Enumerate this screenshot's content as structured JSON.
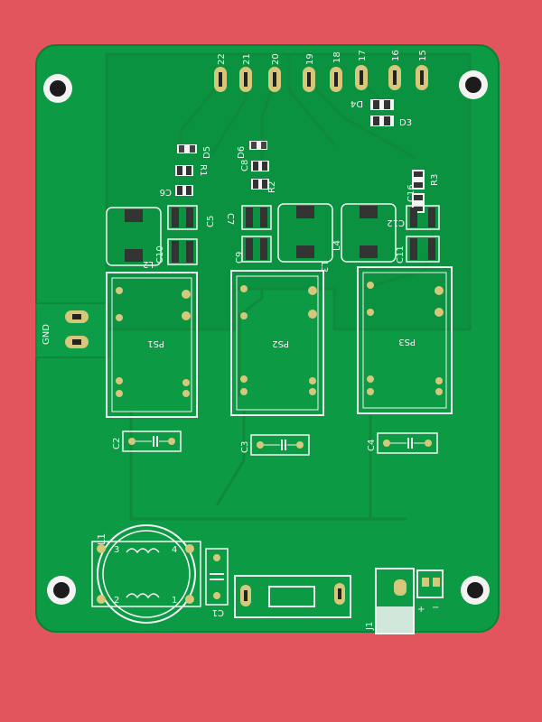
{
  "photo": {
    "background_color": "#e2555c",
    "board_color": "#0c9a45",
    "trace_color": "#0f8a3c",
    "copper_color": "#d6c77a",
    "silk_color": "#f4f4f4"
  },
  "board": {
    "header_pins": [
      "22",
      "21",
      "20",
      "19",
      "18",
      "17",
      "16",
      "15"
    ],
    "gnd_label": "GND",
    "modules": [
      "PS1",
      "PS2",
      "PS3"
    ],
    "labels": {
      "D5": "D5",
      "D6": "D6",
      "D4": "D4",
      "D3": "D3",
      "R1": "R1",
      "R2": "R2",
      "R3": "R3",
      "C6": "C6",
      "C8": "C8",
      "C16": "C16",
      "C5": "C5",
      "C7": "C7",
      "C12": "C12",
      "C10": "C10",
      "C9": "C9",
      "C11": "C11",
      "L2": "L2",
      "L3": "L3",
      "L4": "L4",
      "C2": "C2",
      "C3": "C3",
      "C4": "C4",
      "L1": "L1",
      "C1": "C1",
      "J1": "J1",
      "coil_pin_3": "3",
      "coil_pin_4": "4",
      "coil_pin_2": "2",
      "coil_pin_1": "1",
      "plus": "+",
      "minus": "−"
    }
  }
}
